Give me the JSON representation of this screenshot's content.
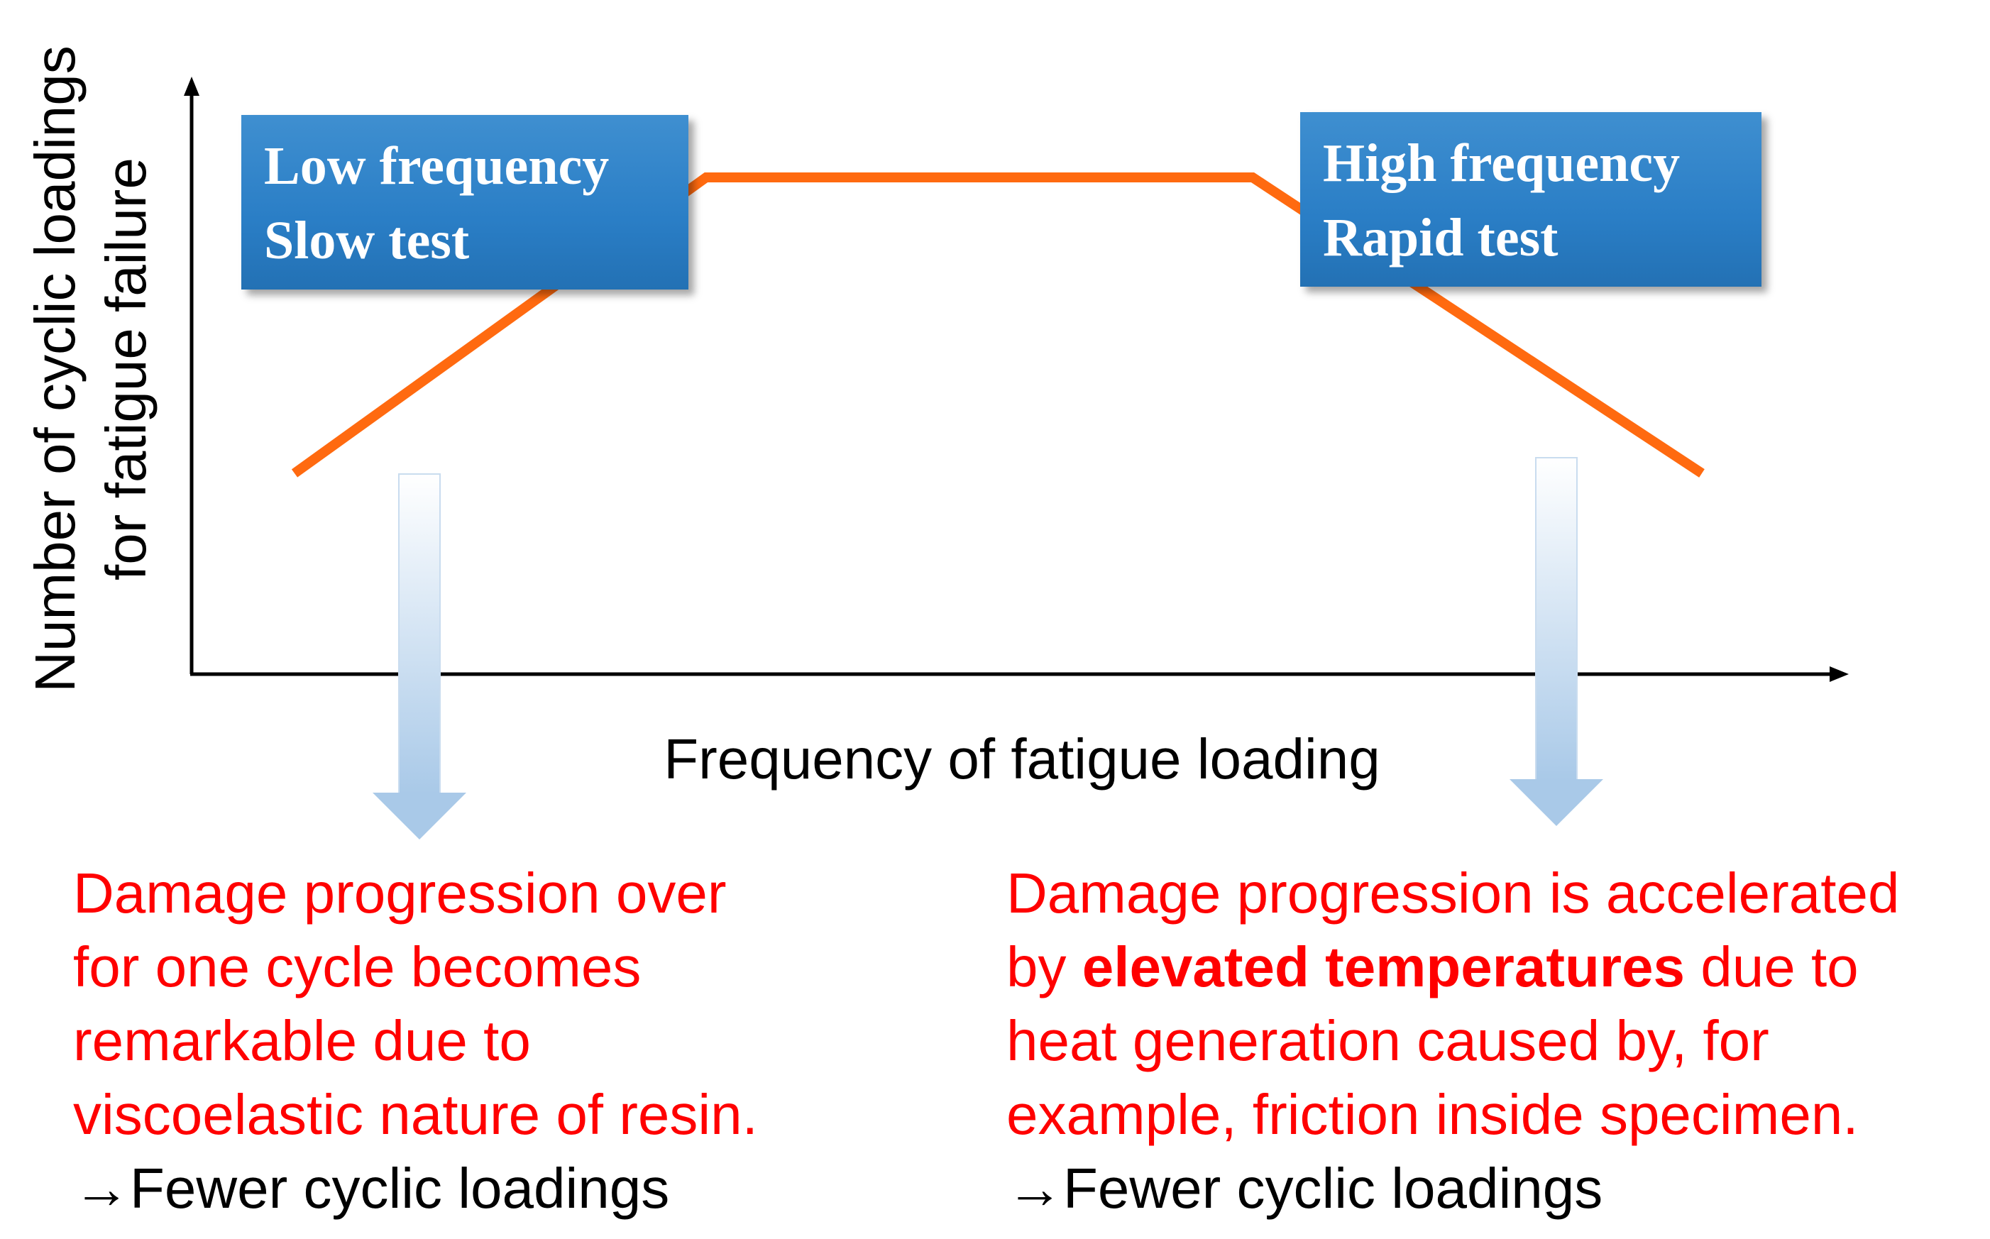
{
  "axes": {
    "y_label_lines": [
      "Number of cyclic loadings",
      "for fatigue failure"
    ],
    "x_label": "Frequency of fatigue loading"
  },
  "curve_color": "#ff6a10",
  "arrow_color": "#a9c9e8",
  "callout_color": "#2c7fc5",
  "annotation_color": "#ff0000",
  "left_box": {
    "line1": "Low frequency",
    "line2": "Slow test"
  },
  "right_box": {
    "line1": "High frequency",
    "line2": "Rapid test"
  },
  "left_note": {
    "lines": [
      "Damage progression over",
      "for one cycle becomes",
      "remarkable due to",
      "viscoelastic nature of resin."
    ],
    "result": "→Fewer cyclic loadings"
  },
  "right_note": {
    "line1": "Damage progression is accelerated",
    "line2_pre": "by ",
    "line2_bold": "elevated temperatures",
    "line2_post": " due to",
    "line3": "heat generation caused by, for",
    "line4": "example, friction inside specimen.",
    "result": "→Fewer cyclic loadings"
  }
}
